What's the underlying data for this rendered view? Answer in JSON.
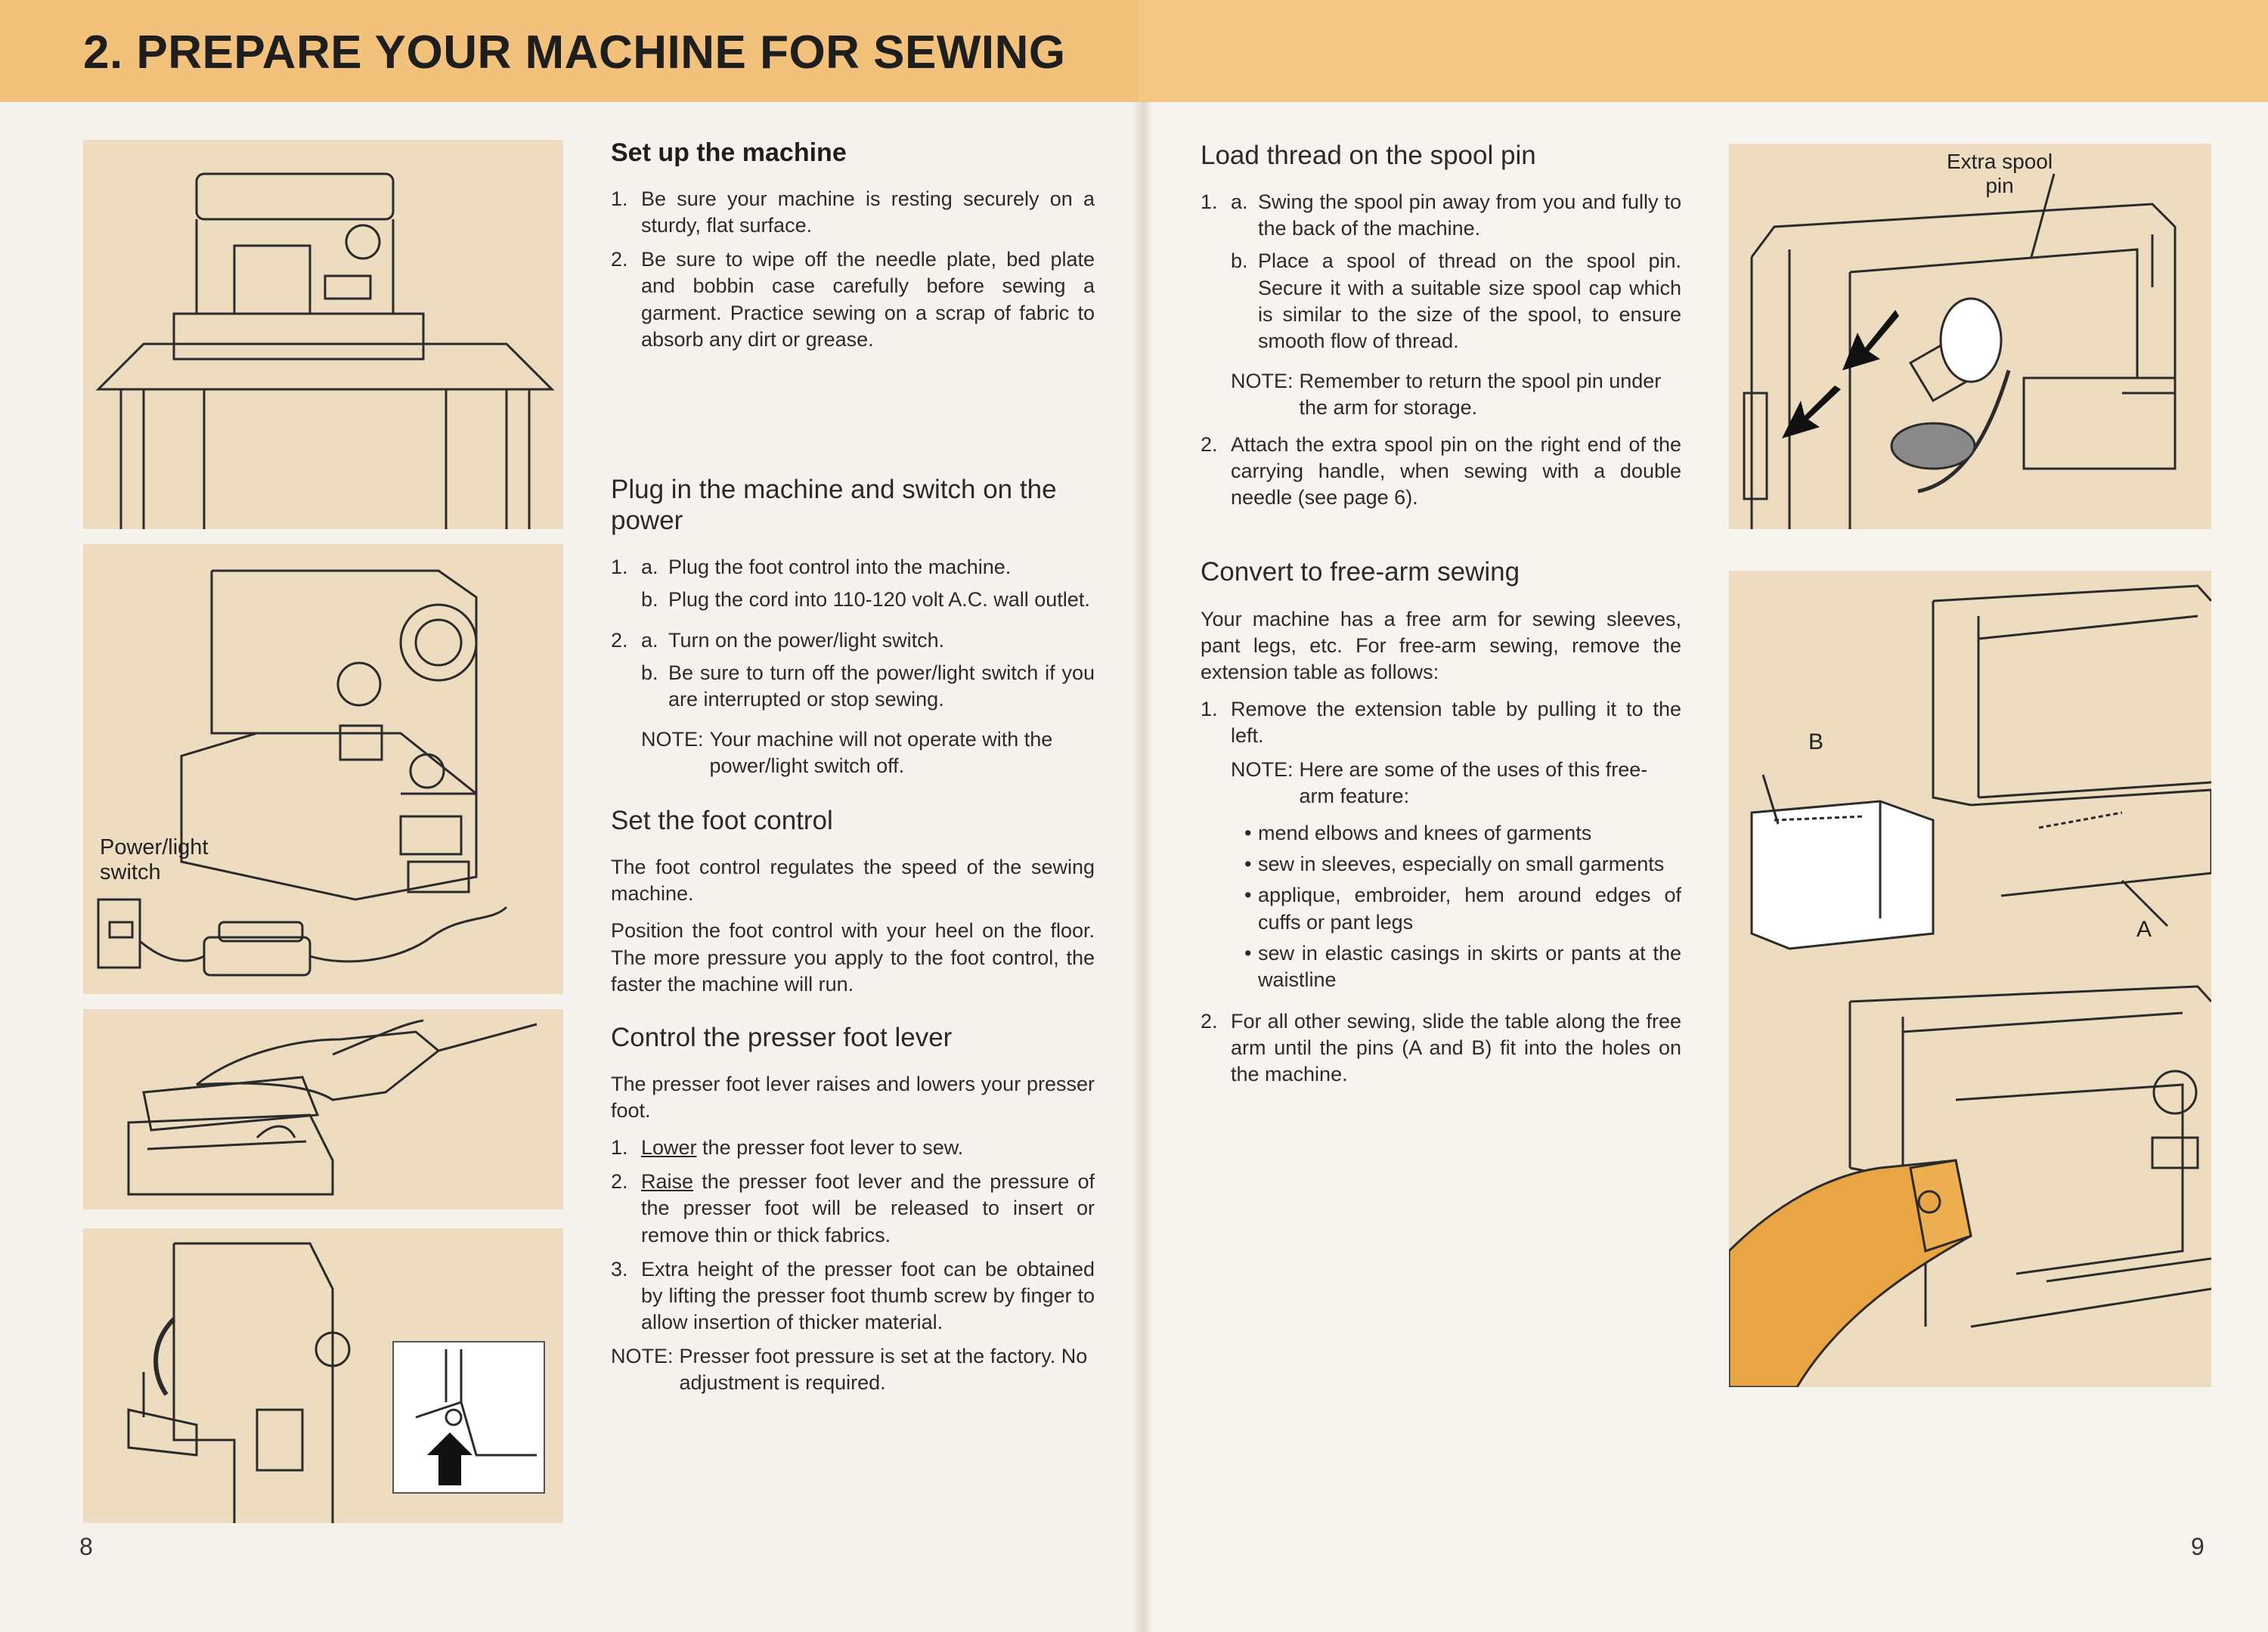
{
  "header": {
    "title": "2. PREPARE YOUR MACHINE FOR SEWING"
  },
  "left_page": {
    "page_number": "8",
    "figure_labels": {
      "power_switch": "Power/light\nswitch"
    },
    "setup": {
      "heading": "Set up the machine",
      "items": [
        {
          "num": "1.",
          "text": "Be sure your machine is resting securely on a sturdy, flat surface."
        },
        {
          "num": "2.",
          "text": "Be sure to wipe off the needle plate, bed plate and bobbin case carefully before sewing a garment. Practice sewing on a scrap of fabric to absorb any dirt or grease."
        }
      ]
    },
    "plug": {
      "heading": "Plug in the machine and switch on the power",
      "items": [
        {
          "num": "1.",
          "a": "Plug the foot control into the machine.",
          "b": "Plug the cord into 110-120 volt A.C. wall outlet."
        },
        {
          "num": "2.",
          "a": "Turn on the power/light switch.",
          "b": "Be sure to turn off the power/light switch if you are interrupted or stop sewing."
        }
      ],
      "note_label": "NOTE:",
      "note": "Your machine will not operate with the power/light switch off."
    },
    "foot_control": {
      "heading": "Set the foot control",
      "p1": "The foot control regulates the speed of the sewing machine.",
      "p2": "Position the foot control with your heel on the floor. The more pressure you apply to the foot control, the faster the machine will run."
    },
    "presser": {
      "heading": "Control the presser foot lever",
      "intro": "The presser foot lever raises and lowers your presser foot.",
      "item1_num": "1.",
      "item1_word": "Lower",
      "item1_rest": " the presser foot lever to sew.",
      "item2_num": "2.",
      "item2_word": "Raise",
      "item2_rest": " the presser foot lever and the pressure of the presser foot will be released to insert or remove thin or thick fabrics.",
      "item3_num": "3.",
      "item3_text": "Extra height of the presser foot can be obtained by lifting the presser foot thumb screw by finger to allow insertion of thicker material.",
      "note_label": "NOTE:",
      "note": "Presser foot pressure is set at the factory. No adjustment is required."
    }
  },
  "right_page": {
    "page_number": "9",
    "figure_labels": {
      "extra_spool_pin": "Extra spool\npin",
      "pin_b": "B",
      "pin_a": "A"
    },
    "spool": {
      "heading": "Load thread on the spool pin",
      "item1_num": "1.",
      "item1_a": "Swing the spool pin away from you and fully to the back of the machine.",
      "item1_b": "Place a spool of thread on the spool pin. Secure it with a suitable size spool cap which is similar to the size of the spool, to ensure smooth flow of thread.",
      "note_label": "NOTE:",
      "note": "Remember to return the spool pin under the arm for storage.",
      "item2_num": "2.",
      "item2_text": "Attach the extra spool pin on the right end of the carrying handle, when sewing with a double needle (see page 6)."
    },
    "freearm": {
      "heading": "Convert to free-arm sewing",
      "intro": "Your machine has a free arm for sewing sleeves, pant legs, etc. For free-arm sewing, remove the extension table as follows:",
      "item1_num": "1.",
      "item1_text": "Remove the extension table by pulling it to the left.",
      "note_label": "NOTE:",
      "note": "Here are some of the uses of this free-arm feature:",
      "bullets": [
        "mend elbows and knees of garments",
        "sew in sleeves, especially on small garments",
        "applique, embroider, hem around edges of cuffs or pant legs",
        "sew in elastic casings in skirts or pants at the waistline"
      ],
      "item2_num": "2.",
      "item2_text": "For all other sewing, slide the table along the free arm until the pins (A and B) fit into the holes on the machine."
    }
  },
  "colors": {
    "header_band": "#f2c27c",
    "figure_bg": "#eddcc0",
    "fabric": "#e9a544"
  }
}
